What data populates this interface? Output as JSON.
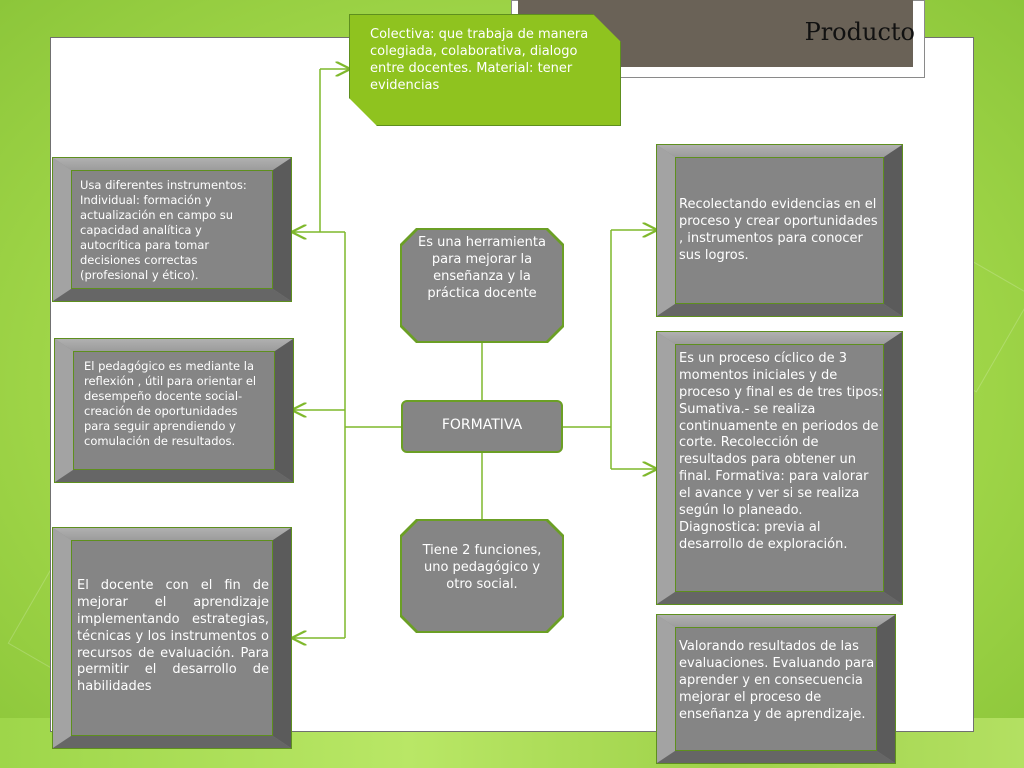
{
  "slide": {
    "title": "Producto"
  },
  "center": {
    "label": "FORMATIVA"
  },
  "top_node": {
    "text": "Es una herramienta para mejorar la enseñanza y la práctica docente"
  },
  "bottom_node": {
    "text": "Tiene 2 funciones, uno pedagógico y otro social."
  },
  "green_box": {
    "text": "Colectiva: que trabaja de manera colegiada, colaborativa, dialogo entre docentes. Material: tener evidencias"
  },
  "left_boxes": [
    {
      "text": "Usa diferentes instrumentos: Individual: formación y actualización en campo su capacidad analítica y autocrítica para tomar decisiones correctas (profesional y ético)."
    },
    {
      "text": "El pedagógico es mediante la reflexión , útil para orientar el desempeño docente social-creación de oportunidades para seguir aprendiendo y comulación de resultados."
    },
    {
      "text": "El docente con el fin de mejorar el aprendizaje implementando estrategias, técnicas y los instrumentos o recursos de evaluación. Para permitir el desarrollo de habilidades"
    }
  ],
  "right_boxes": [
    {
      "text": "Recolectando evidencias en el proceso y crear oportunidades , instrumentos para conocer sus logros."
    },
    {
      "text": "Es un proceso cíclico de 3 momentos iniciales y de proceso y final es de tres tipos: Sumativa.- se realiza continuamente en periodos de corte. Recolección de resultados para obtener un final. Formativa: para valorar el avance y ver si se realiza según lo planeado. Diagnostica: previa al desarrollo de exploración."
    },
    {
      "text": "Valorando resultados de las evaluaciones. Evaluando para aprender y en consecuencia mejorar el proceso de enseñanza y de aprendizaje."
    }
  ],
  "colors": {
    "accent_green": "#8fc31f",
    "connector_green": "#7fb82c",
    "box_gray": "#858585"
  }
}
